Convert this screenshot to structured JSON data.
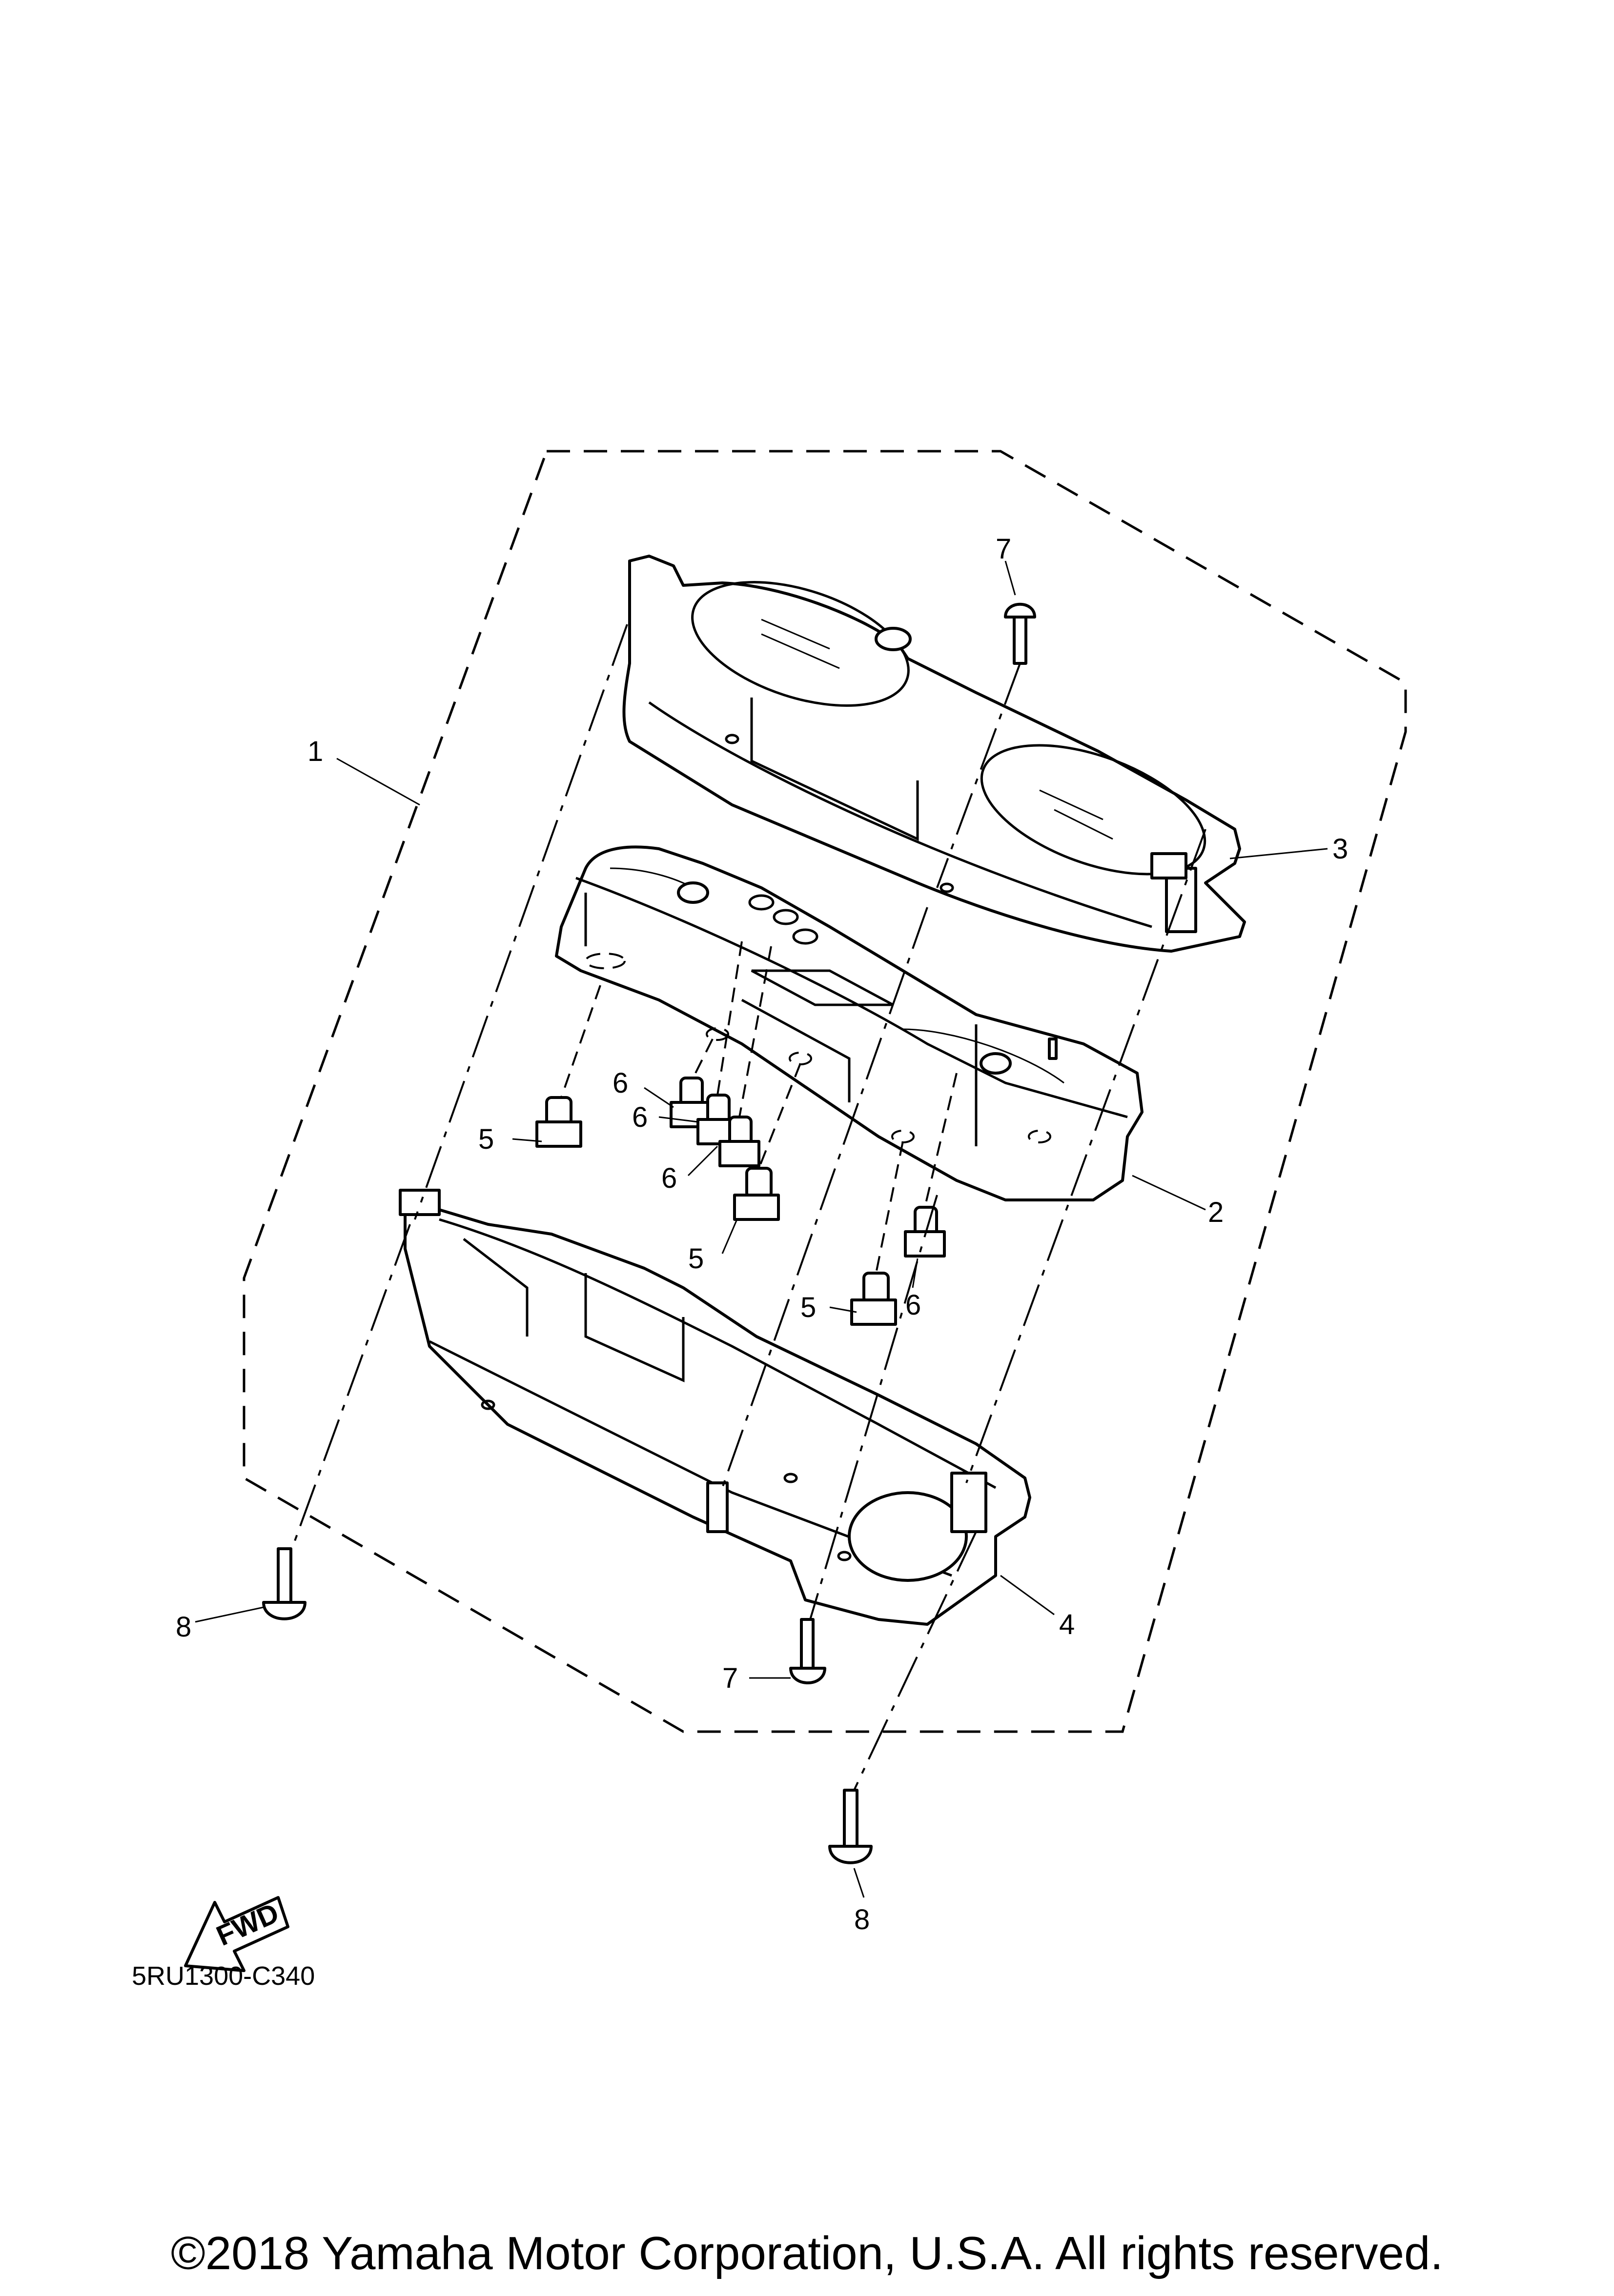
{
  "diagram": {
    "callouts": {
      "c1": "1",
      "c2": "2",
      "c3": "3",
      "c4": "4",
      "c5a": "5",
      "c5b": "5",
      "c5c": "5",
      "c6a": "6",
      "c6b": "6",
      "c6c": "6",
      "c6d": "6",
      "c7a": "7",
      "c7b": "7",
      "c8a": "8",
      "c8b": "8"
    },
    "fwd_label": "FWD",
    "drawing_code": "5RU1300-C340"
  },
  "footer": {
    "copyright": "©2018 Yamaha Motor Corporation, U.S.A. All rights reserved."
  }
}
